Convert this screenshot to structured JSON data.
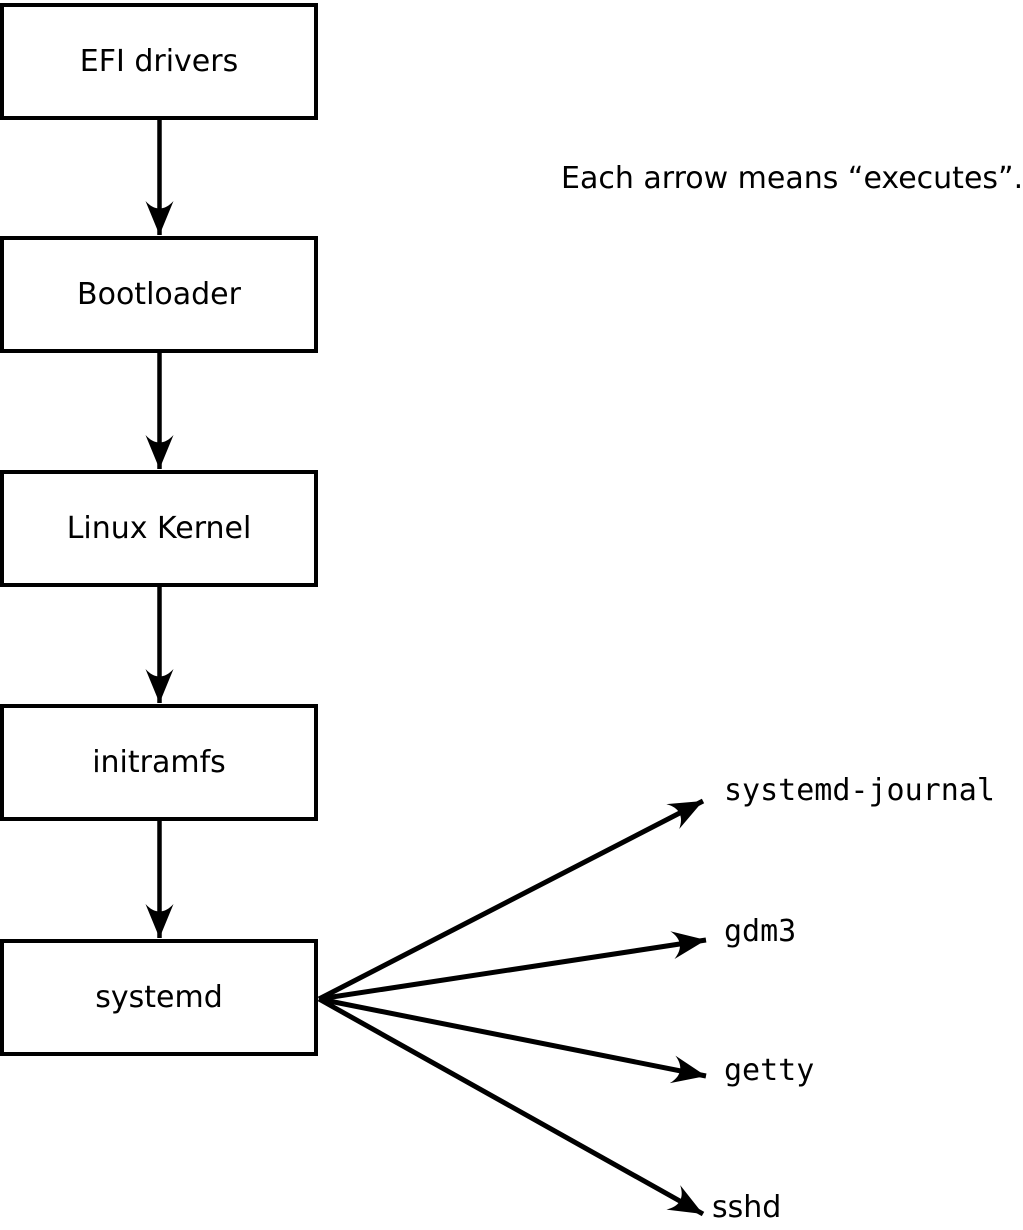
{
  "diagram": {
    "annotation": "Each arrow means “executes”.",
    "arrow_meaning": "executes",
    "chain": [
      {
        "label": "EFI drivers"
      },
      {
        "label": "Bootloader"
      },
      {
        "label": "Linux Kernel"
      },
      {
        "label": "initramfs"
      },
      {
        "label": "systemd"
      }
    ],
    "spawned": [
      {
        "label": "systemd-journal"
      },
      {
        "label": "gdm3"
      },
      {
        "label": "getty"
      },
      {
        "label": "sshd"
      }
    ],
    "edges": [
      {
        "from": "EFI drivers",
        "to": "Bootloader"
      },
      {
        "from": "Bootloader",
        "to": "Linux Kernel"
      },
      {
        "from": "Linux Kernel",
        "to": "initramfs"
      },
      {
        "from": "initramfs",
        "to": "systemd"
      },
      {
        "from": "systemd",
        "to": "systemd-journal"
      },
      {
        "from": "systemd",
        "to": "gdm3"
      },
      {
        "from": "systemd",
        "to": "getty"
      },
      {
        "from": "systemd",
        "to": "sshd"
      }
    ],
    "colors": {
      "line": "#000000",
      "box_border": "#000000",
      "box_fill": "#ffffff",
      "background": "#ffffff",
      "text": "#000000"
    }
  }
}
